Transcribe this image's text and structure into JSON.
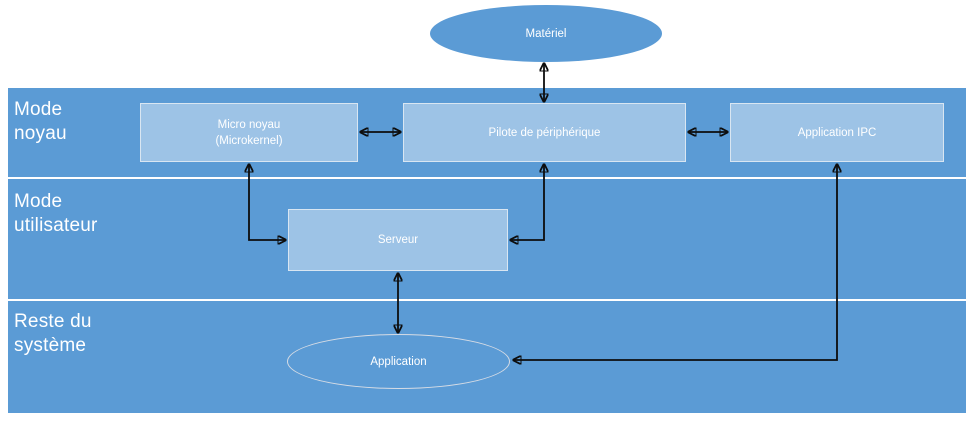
{
  "diagram": {
    "title_text_language": "fr",
    "colors": {
      "band_fill": "#5B9BD5",
      "box_fill": "#9DC3E6",
      "box_border": "#D9E6F2",
      "ellipse_border": "#D6DCE5",
      "text": "#FFFFFF",
      "connector": "#0D0D0D",
      "page_background": "#FFFFFF"
    },
    "bands": [
      {
        "id": "kernel",
        "label": "Mode\nnoyau"
      },
      {
        "id": "user",
        "label": "Mode\nutilisateur"
      },
      {
        "id": "rest",
        "label": "Reste du\nsystème"
      }
    ],
    "nodes": {
      "materiel": {
        "label": "Matériel",
        "shape": "ellipse",
        "band": "above"
      },
      "microkernel": {
        "label": "Micro noyau\n(Microkernel)",
        "shape": "rectangle",
        "band": "kernel"
      },
      "driver": {
        "label": "Pilote de périphérique",
        "shape": "rectangle",
        "band": "kernel"
      },
      "ipc": {
        "label": "Application IPC",
        "shape": "rectangle",
        "band": "kernel"
      },
      "serveur": {
        "label": "Serveur",
        "shape": "rectangle",
        "band": "user"
      },
      "application": {
        "label": "Application",
        "shape": "ellipse",
        "band": "rest"
      }
    },
    "connectors": [
      {
        "id": "materiel-driver",
        "from": "materiel",
        "to": "driver",
        "arrows": "both",
        "routing": "vertical"
      },
      {
        "id": "microkernel-driver",
        "from": "microkernel",
        "to": "driver",
        "arrows": "both",
        "routing": "horizontal"
      },
      {
        "id": "driver-ipc",
        "from": "driver",
        "to": "ipc",
        "arrows": "both",
        "routing": "horizontal"
      },
      {
        "id": "microkernel-serveur",
        "from": "microkernel",
        "to": "serveur",
        "arrows": "both",
        "routing": "elbow"
      },
      {
        "id": "driver-serveur",
        "from": "driver",
        "to": "serveur",
        "arrows": "both",
        "routing": "elbow"
      },
      {
        "id": "serveur-application",
        "from": "serveur",
        "to": "application",
        "arrows": "both",
        "routing": "vertical"
      },
      {
        "id": "ipc-application",
        "from": "ipc",
        "to": "application",
        "arrows": "both",
        "routing": "elbow"
      }
    ]
  }
}
